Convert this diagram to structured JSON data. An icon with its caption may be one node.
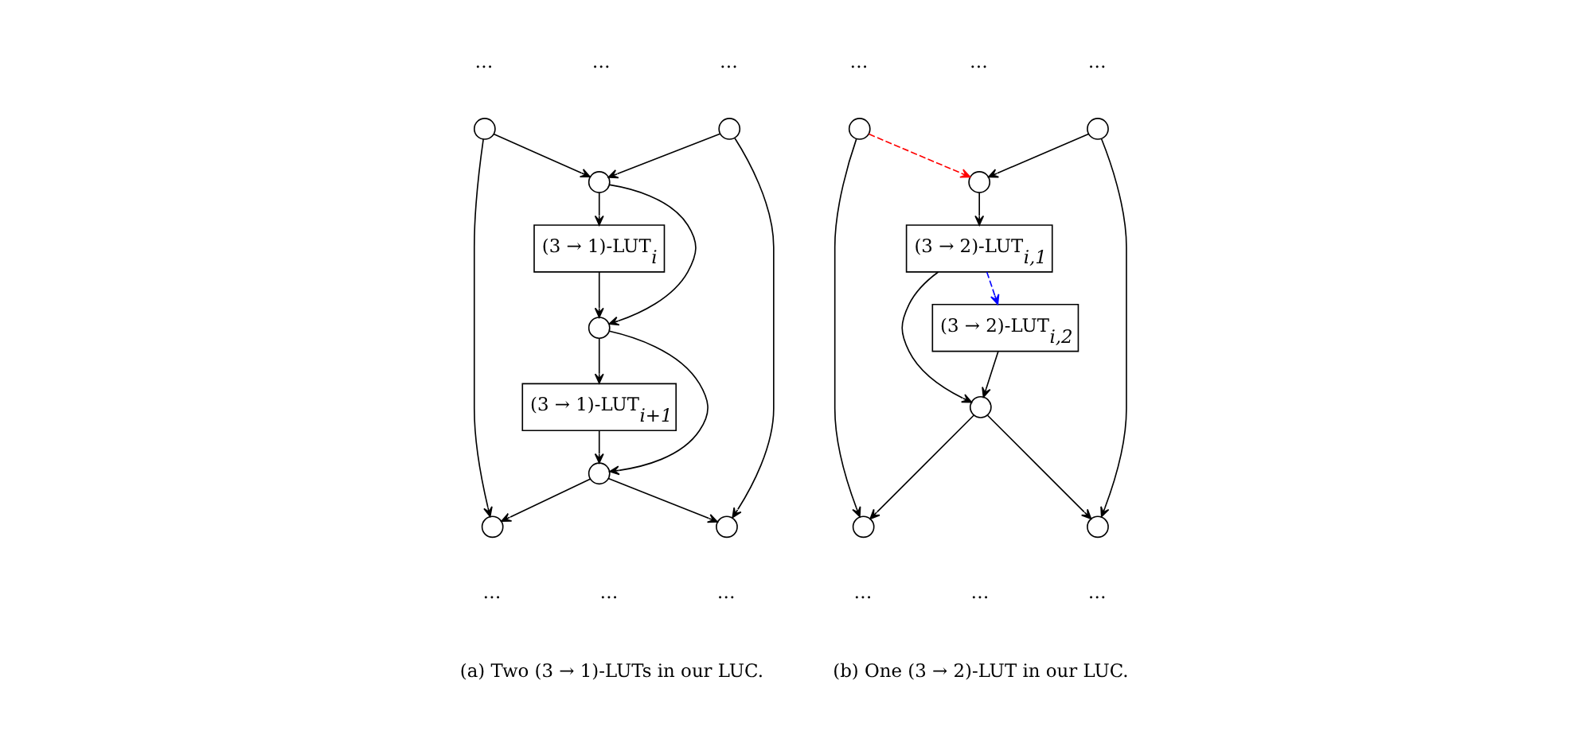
{
  "diagram": {
    "nodes": [
      {
        "text": [],
        "shape": "circle"
      },
      {
        "text": [],
        "shape": "circle"
      },
      {
        "text": [],
        "shape": "circle"
      },
      {
        "text": [
          "(3 → 1)-LUT$_{i}$"
        ]
      },
      {
        "text": [],
        "shape": "circle"
      },
      {
        "text": [
          "(3 → 1)-LUT$_{i+1}$"
        ]
      },
      {
        "text": [],
        "shape": "circle"
      },
      {
        "text": [],
        "shape": "circle"
      },
      {
        "text": [],
        "shape": "circle"
      },
      {
        "text": [],
        "shape": "circle"
      },
      {
        "text": [],
        "shape": "circle"
      },
      {
        "text": [],
        "shape": "circle"
      },
      {
        "text": [
          "(3 → 2)-LUT$_{i,1}$"
        ]
      },
      {
        "text": [
          "(3 → 2)-LUT$_{i,2}$"
        ]
      },
      {
        "text": [],
        "shape": "circle"
      },
      {
        "text": [],
        "shape": "circle"
      },
      {
        "text": [],
        "shape": "circle"
      }
    ],
    "edges": [
      {
        "from": 0,
        "to": 2,
        "arrow": "to"
      },
      {
        "from": 1,
        "to": 2,
        "arrow": "to"
      },
      {
        "from": 2,
        "to": 3,
        "arrow": "to"
      },
      {
        "from": 3,
        "to": 4,
        "arrow": "to"
      },
      {
        "from": 2,
        "to": 4,
        "arrow": "to"
      },
      {
        "from": 4,
        "to": 5,
        "arrow": "to"
      },
      {
        "from": 5,
        "to": 6,
        "arrow": "to"
      },
      {
        "from": 4,
        "to": 6,
        "arrow": "to"
      },
      {
        "from": 6,
        "to": 7,
        "arrow": "to"
      },
      {
        "from": 6,
        "to": 8,
        "arrow": "to"
      },
      {
        "from": 0,
        "to": 7,
        "arrow": "to"
      },
      {
        "from": 1,
        "to": 8,
        "arrow": "to"
      },
      {
        "from": 9,
        "to": 11,
        "arrow": "to"
      },
      {
        "from": 10,
        "to": 11,
        "arrow": "to",
        "style": "dashed",
        "color": "#ff0000"
      },
      {
        "from": 11,
        "to": 12,
        "arrow": "to"
      },
      {
        "from": 12,
        "to": 13,
        "arrow": "to",
        "style": "dashed",
        "color": "#0000ff"
      },
      {
        "from": 13,
        "to": 14,
        "arrow": "to"
      },
      {
        "from": 12,
        "to": 14,
        "arrow": "to"
      },
      {
        "from": 14,
        "to": 15,
        "arrow": "to"
      },
      {
        "from": 14,
        "to": 16,
        "arrow": "to"
      },
      {
        "from": 9,
        "to": 15,
        "arrow": "to"
      },
      {
        "from": 10,
        "to": 16,
        "arrow": "to"
      }
    ],
    "labels": [
      "…",
      "…",
      "…",
      "…",
      "…",
      "…",
      "…",
      "…",
      "…",
      "…",
      "…",
      "…",
      "(a) Two (3 → 1)-LUTs in our LUC.",
      "(b) One (3 → 2)-LUT in our LUC."
    ]
  }
}
